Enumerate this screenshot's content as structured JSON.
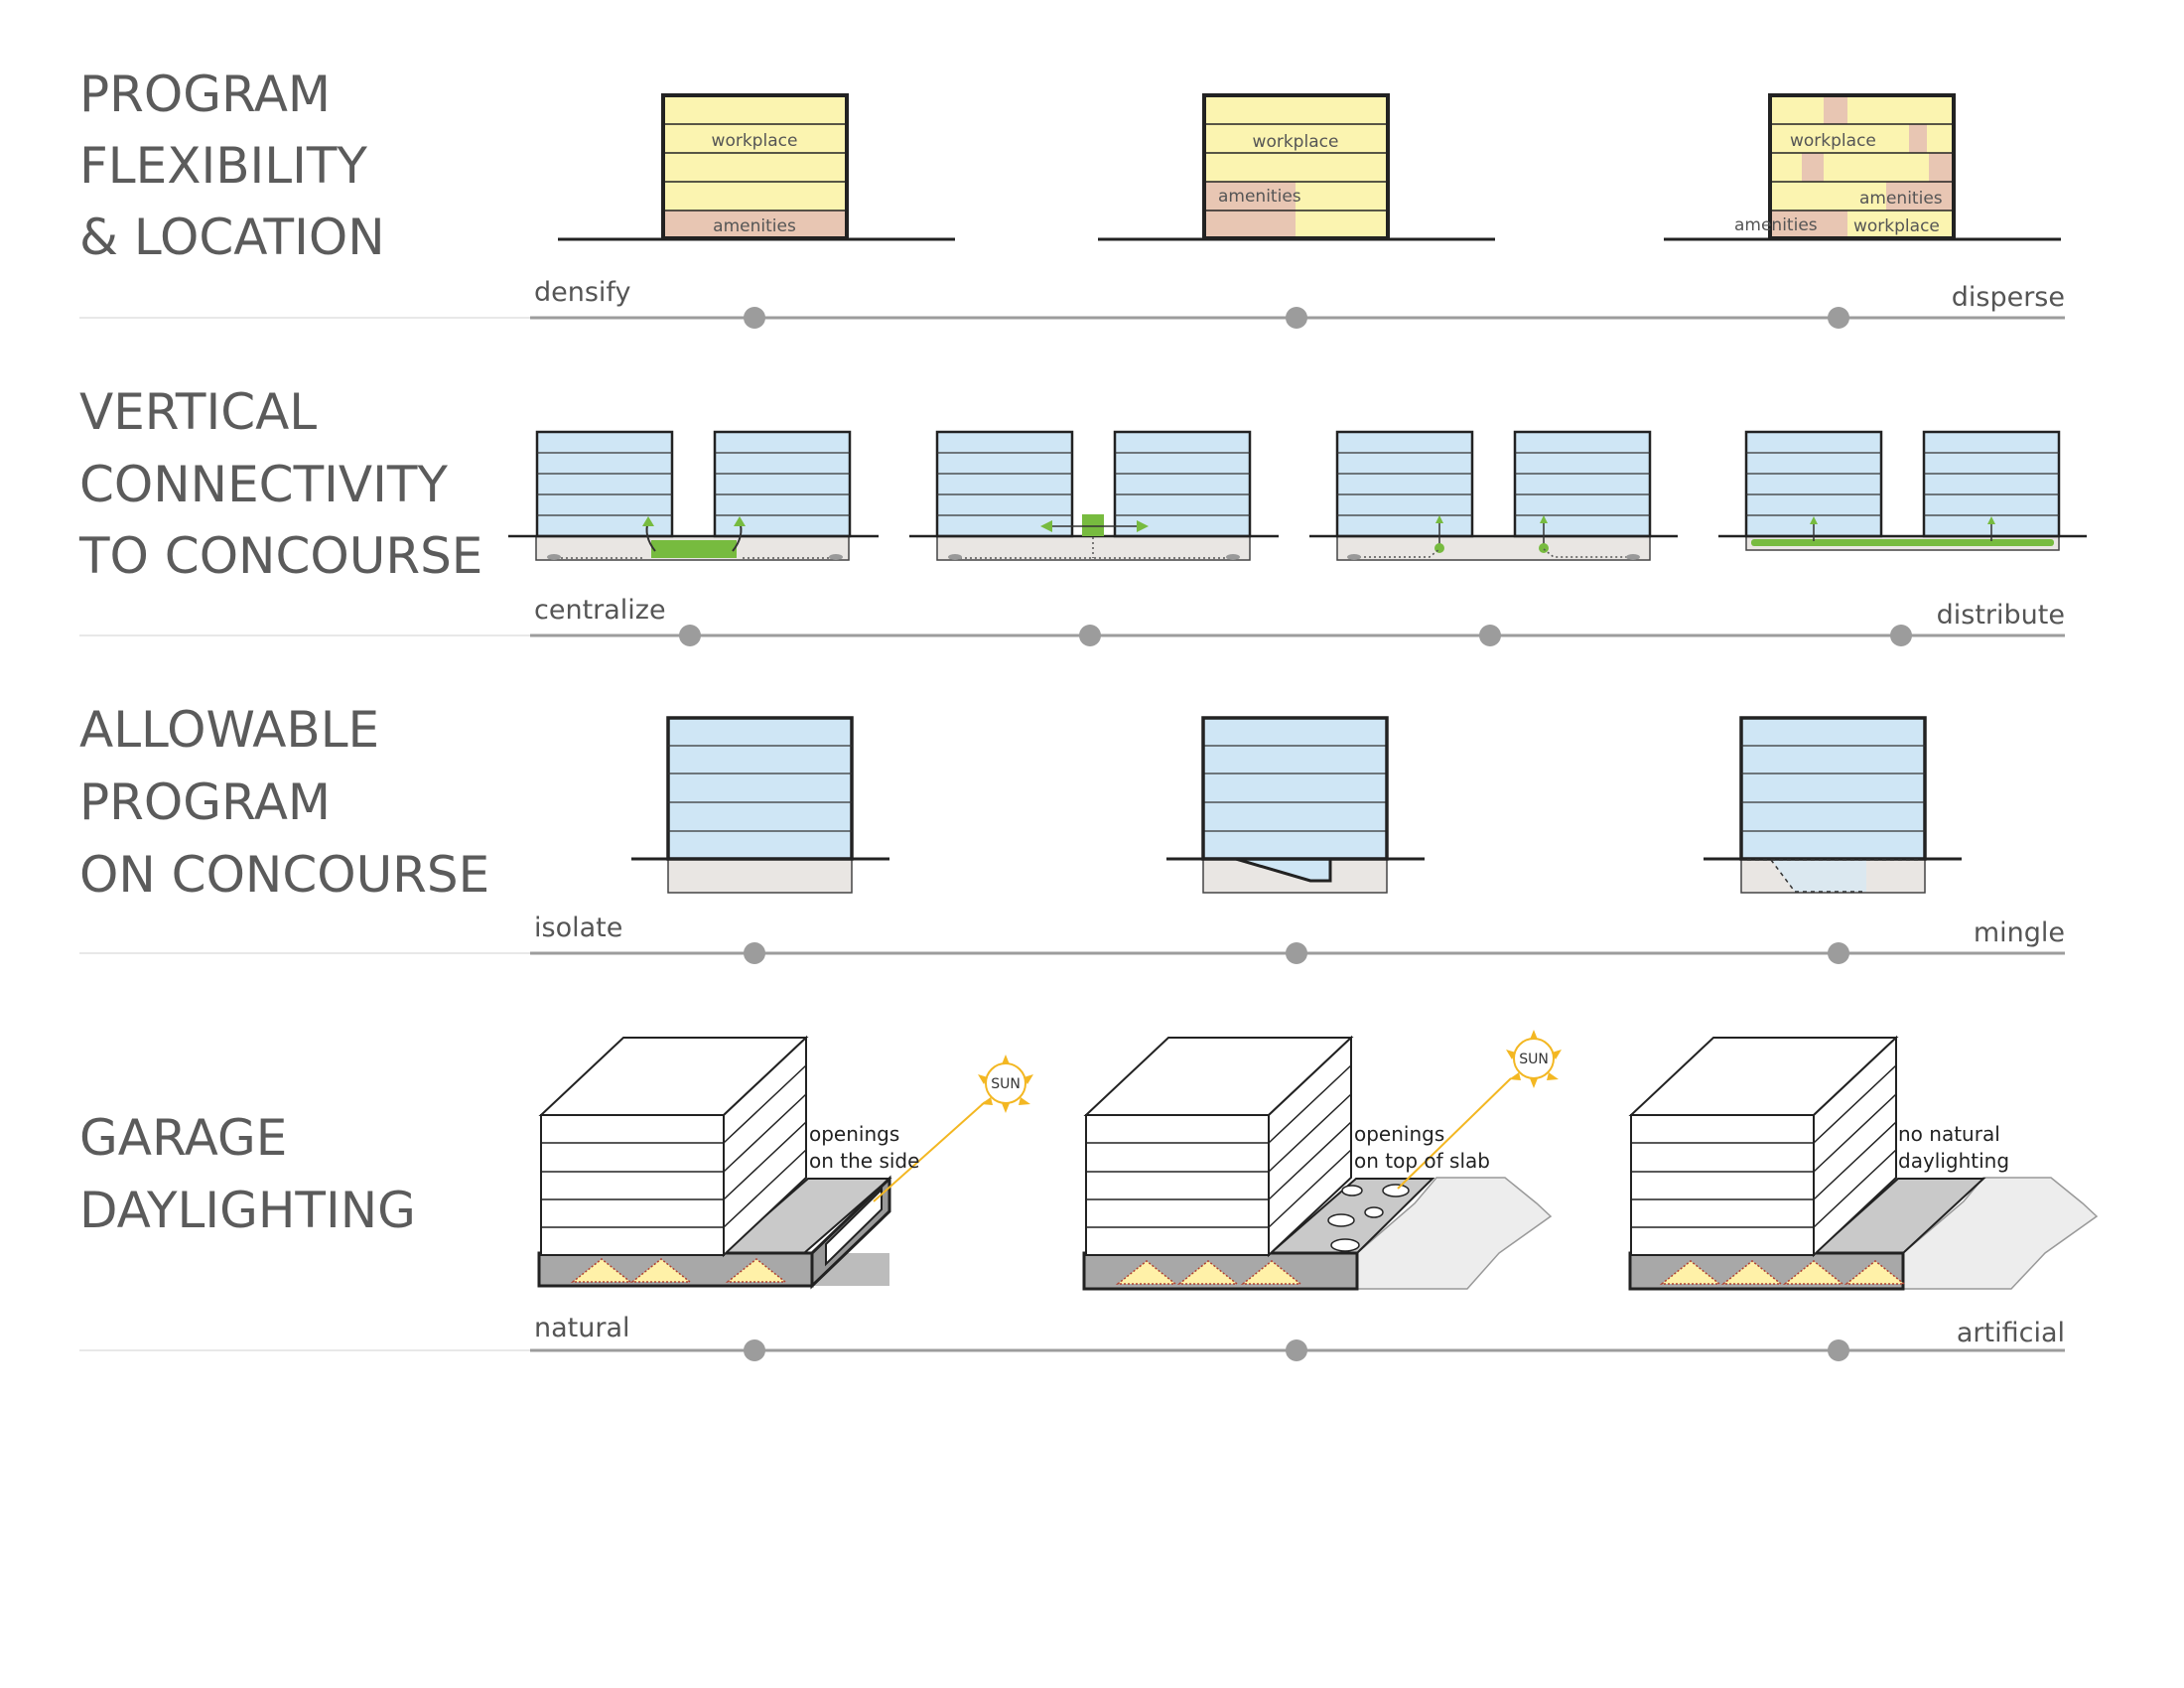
{
  "sections": [
    {
      "id": "program",
      "title": [
        "PROGRAM",
        "FLEXIBILITY",
        "& LOCATION"
      ],
      "left_label": "densify",
      "right_label": "disperse",
      "stops": 3,
      "labels": {
        "workplace": "workplace",
        "amenities": "amenities"
      }
    },
    {
      "id": "vertical",
      "title": [
        "VERTICAL",
        "CONNECTIVITY",
        "TO CONCOURSE"
      ],
      "left_label": "centralize",
      "right_label": "distribute",
      "stops": 4
    },
    {
      "id": "allowable",
      "title": [
        "ALLOWABLE",
        "PROGRAM",
        "ON CONCOURSE"
      ],
      "left_label": "isolate",
      "right_label": "mingle",
      "stops": 3
    },
    {
      "id": "garage",
      "title": [
        "GARAGE",
        "DAYLIGHTING"
      ],
      "left_label": "natural",
      "right_label": "artificial",
      "stops": 3,
      "notes": [
        [
          "openings",
          "on the side"
        ],
        [
          "openings",
          "on top of slab"
        ],
        [
          "no natural",
          "daylighting"
        ]
      ],
      "sun_label": "SUN"
    }
  ],
  "colors": {
    "title": "#5b5b5b",
    "workplace": "#fbf4b0",
    "amenities": "#e8c6b3",
    "glass": "#cfe6f5",
    "concourse": "#e9e6e3",
    "connector": "#77bb3f",
    "sun": "#f3b722",
    "dot": "#9c9c9c"
  }
}
